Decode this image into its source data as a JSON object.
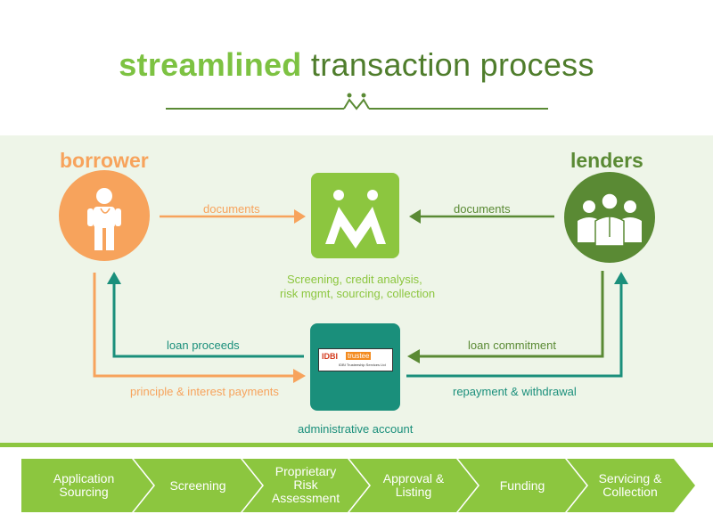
{
  "title": {
    "highlight": "streamlined",
    "rest": "transaction process"
  },
  "nodes": {
    "borrower": "borrower",
    "lenders": "lenders",
    "center_caption_line1": "Screening, credit analysis,",
    "center_caption_line2": "risk mgmt, sourcing, collection",
    "admin_caption": "administrative account",
    "idbi_logo": "IDBI",
    "idbi_trustee": "trustee",
    "idbi_sub": "IDBI Trusteeship Services Ltd"
  },
  "edges": {
    "borrower_documents": "documents",
    "lenders_documents": "documents",
    "loan_proceeds": "loan proceeds",
    "loan_commitment": "loan commitment",
    "principle_interest": "principle & interest payments",
    "repayment_withdrawal": "repayment & withdrawal"
  },
  "process_steps": [
    {
      "line1": "Application",
      "line2": "Sourcing",
      "line3": ""
    },
    {
      "line1": "Screening",
      "line2": "",
      "line3": ""
    },
    {
      "line1": "Proprietary",
      "line2": "Risk",
      "line3": "Assessment"
    },
    {
      "line1": "Approval &",
      "line2": "Listing",
      "line3": ""
    },
    {
      "line1": "Funding",
      "line2": "",
      "line3": ""
    },
    {
      "line1": "Servicing &",
      "line2": "Collection",
      "line3": ""
    }
  ],
  "colors": {
    "orange": "#f7a35c",
    "dark_green": "#5a8a34",
    "lime": "#8cc63f",
    "teal": "#1a8f7b"
  }
}
